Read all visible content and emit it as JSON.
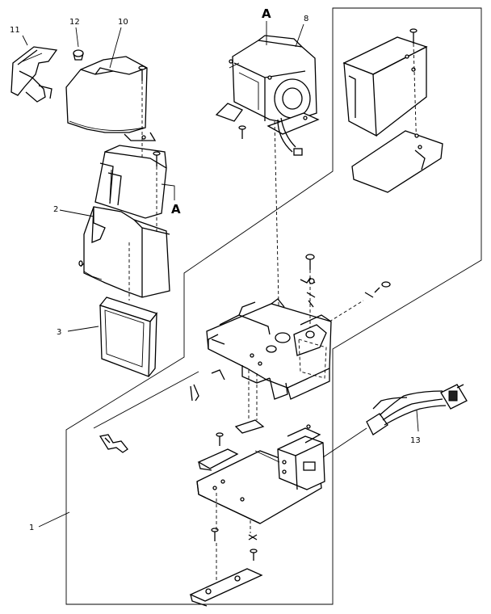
{
  "callouts": {
    "n1": "1",
    "n2": "2",
    "n3": "3",
    "n8": "8",
    "n10": "10",
    "n11": "11",
    "n12": "12",
    "n13": "13",
    "a_top": "A",
    "a_side": "A"
  },
  "colors": {
    "line": "#000000",
    "paper": "#ffffff"
  }
}
